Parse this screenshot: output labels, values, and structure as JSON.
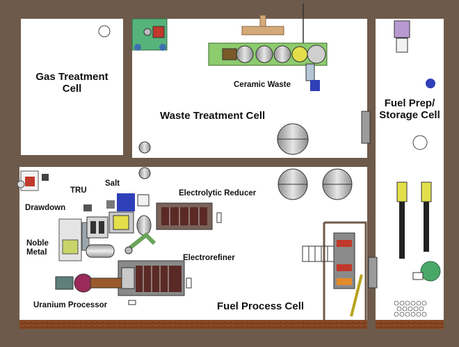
{
  "cells": {
    "gas_treatment": "Gas Treatment\nCell",
    "waste_treatment": "Waste Treatment Cell",
    "fuel_prep_storage": "Fuel Prep/\nStorage Cell",
    "fuel_process": "Fuel Process Cell"
  },
  "equipment": {
    "ceramic_waste": "Ceramic Waste",
    "salt": "Salt",
    "tru": "TRU",
    "electrolytic_reducer": "Electrolytic Reducer",
    "drawdown": "Drawdown",
    "noble_metal": "Noble\nMetal",
    "electrorefiner": "Electrorefiner",
    "uranium_processor": "Uranium Processor"
  },
  "colors": {
    "wall": "#6e5a4a",
    "floor_trim": "#8b4a25",
    "ceramic_waste_train": "#8ccb6e",
    "equipment_steel": "#bdbdbd",
    "reducer_body": "#5b2a26",
    "accent_blue": "#2f3fb8",
    "accent_yellow": "#e3df4a"
  }
}
